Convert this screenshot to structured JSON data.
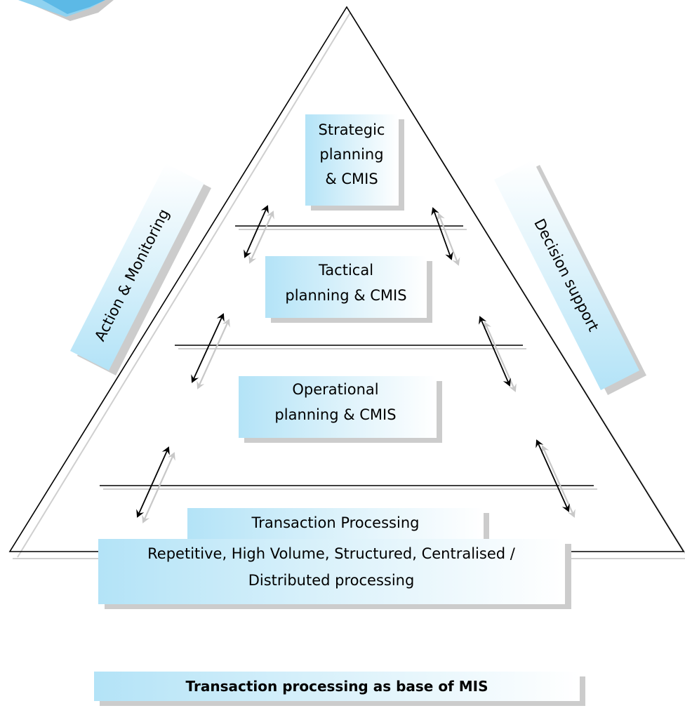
{
  "levels": {
    "strategic": {
      "line1": "Strategic",
      "line2": "planning",
      "line3": "& CMIS"
    },
    "tactical": {
      "line1": "Tactical",
      "line2": "planning & CMIS"
    },
    "operational": {
      "line1": "Operational",
      "line2": "planning & CMIS"
    },
    "transaction": {
      "title": "Transaction Processing",
      "line1": "Repetitive, High Volume, Structured, Centralised /",
      "line2": "Distributed processing"
    }
  },
  "side_labels": {
    "left": "Action & Monitoring",
    "right": "Decision support"
  },
  "caption": "Transaction processing as base of MIS",
  "colors": {
    "box_fill_start": "#b8e6f8",
    "box_fill_end": "#ffffff",
    "shadow": "#c8c8c8",
    "line": "#000000"
  }
}
